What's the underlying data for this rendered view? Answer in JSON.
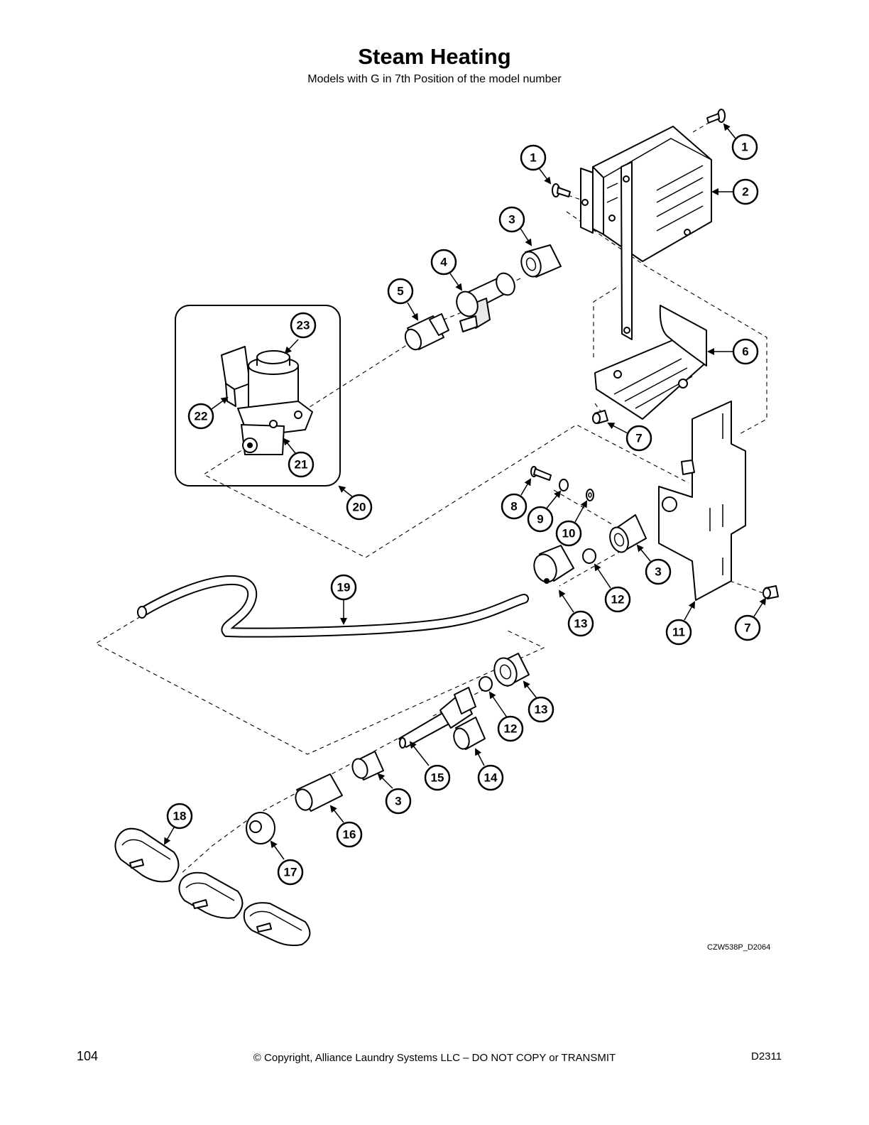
{
  "title": "Steam Heating",
  "subtitle": "Models with G in 7th Position of the model number",
  "figure_code": "CZW538P_D2064",
  "footer": {
    "page_number": "104",
    "copyright": "© Copyright, Alliance Laundry Systems LLC – DO NOT COPY or TRANSMIT",
    "doc_code": "D2311"
  },
  "callouts": [
    {
      "id": "c1a",
      "label": "1"
    },
    {
      "id": "c1b",
      "label": "1"
    },
    {
      "id": "c2",
      "label": "2"
    },
    {
      "id": "c3a",
      "label": "3"
    },
    {
      "id": "c4",
      "label": "4"
    },
    {
      "id": "c5",
      "label": "5"
    },
    {
      "id": "c23",
      "label": "23"
    },
    {
      "id": "c22",
      "label": "22"
    },
    {
      "id": "c21",
      "label": "21"
    },
    {
      "id": "c20",
      "label": "20"
    },
    {
      "id": "c6",
      "label": "6"
    },
    {
      "id": "c7a",
      "label": "7"
    },
    {
      "id": "c8",
      "label": "8"
    },
    {
      "id": "c9",
      "label": "9"
    },
    {
      "id": "c10",
      "label": "10"
    },
    {
      "id": "c3b",
      "label": "3"
    },
    {
      "id": "c12a",
      "label": "12"
    },
    {
      "id": "c13a",
      "label": "13"
    },
    {
      "id": "c19",
      "label": "19"
    },
    {
      "id": "c11",
      "label": "11"
    },
    {
      "id": "c7b",
      "label": "7"
    },
    {
      "id": "c13b",
      "label": "13"
    },
    {
      "id": "c12b",
      "label": "12"
    },
    {
      "id": "c15",
      "label": "15"
    },
    {
      "id": "c14",
      "label": "14"
    },
    {
      "id": "c3c",
      "label": "3"
    },
    {
      "id": "c16",
      "label": "16"
    },
    {
      "id": "c18",
      "label": "18"
    },
    {
      "id": "c17",
      "label": "17"
    }
  ]
}
